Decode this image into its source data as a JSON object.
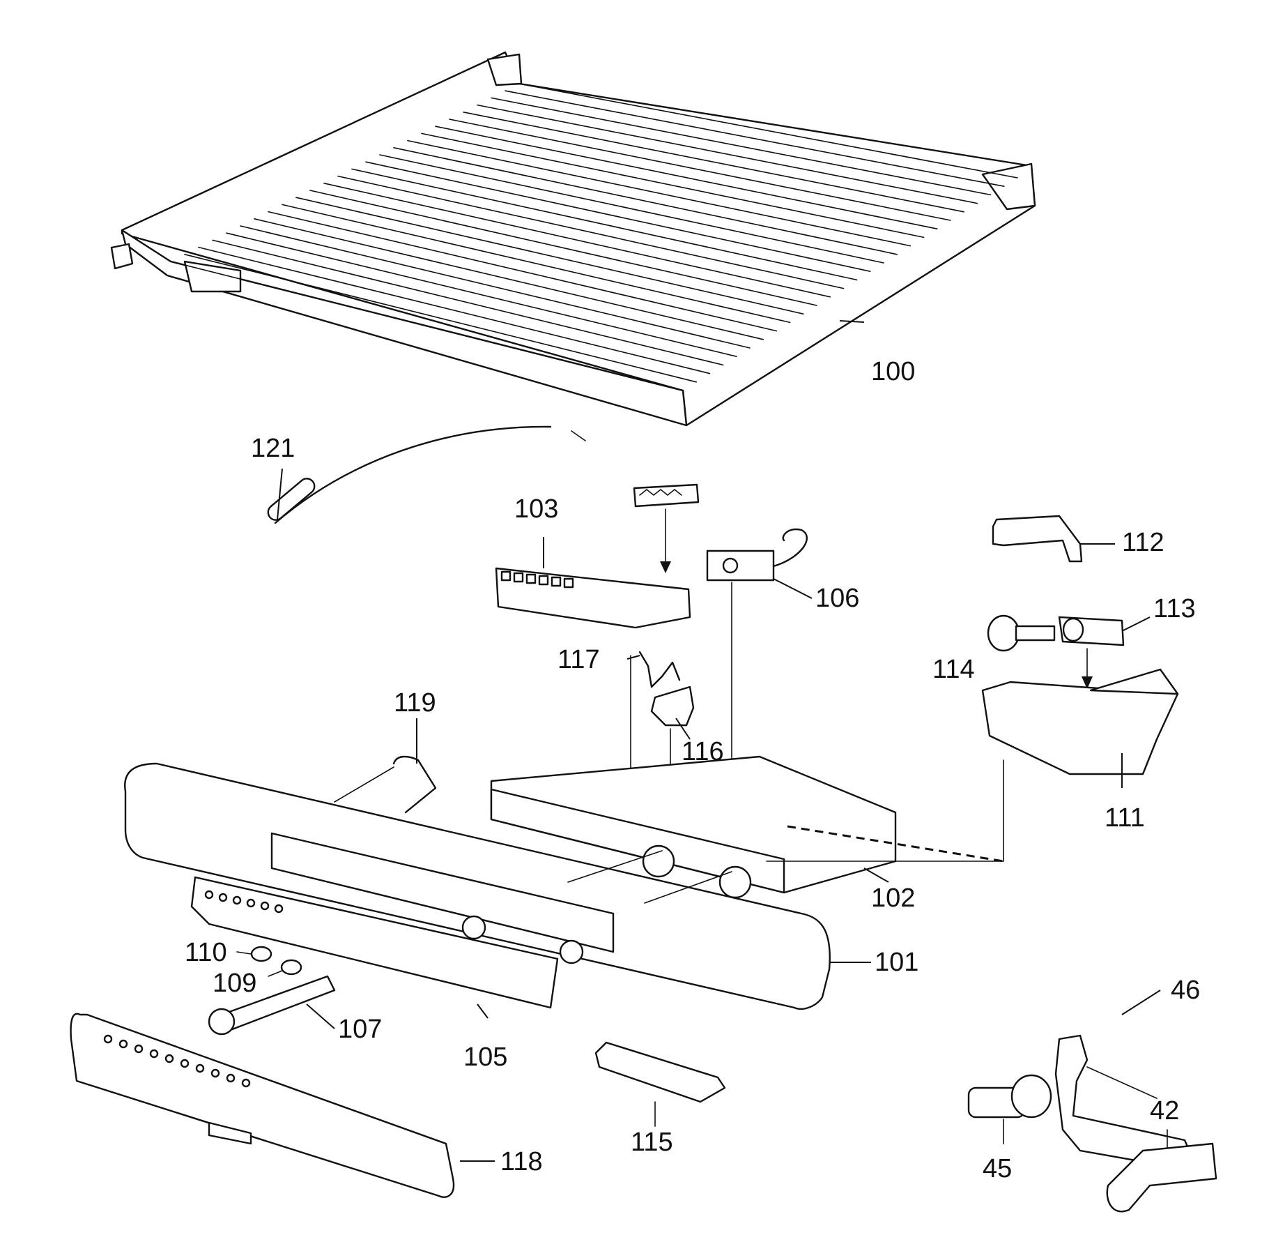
{
  "colors": {
    "ink": "#111111",
    "paper": "#ffffff"
  },
  "callouts": [
    {
      "id": "100",
      "label": "100"
    },
    {
      "id": "121",
      "label": "121"
    },
    {
      "id": "103",
      "label": "103"
    },
    {
      "id": "106",
      "label": "106"
    },
    {
      "id": "112",
      "label": "112"
    },
    {
      "id": "113",
      "label": "113"
    },
    {
      "id": "114",
      "label": "114"
    },
    {
      "id": "117",
      "label": "117"
    },
    {
      "id": "119",
      "label": "119"
    },
    {
      "id": "116",
      "label": "116"
    },
    {
      "id": "111",
      "label": "111"
    },
    {
      "id": "102",
      "label": "102"
    },
    {
      "id": "101",
      "label": "101"
    },
    {
      "id": "110",
      "label": "110"
    },
    {
      "id": "109",
      "label": "109"
    },
    {
      "id": "107",
      "label": "107"
    },
    {
      "id": "105",
      "label": "105"
    },
    {
      "id": "46",
      "label": "46"
    },
    {
      "id": "115",
      "label": "115"
    },
    {
      "id": "118",
      "label": "118"
    },
    {
      "id": "45",
      "label": "45"
    },
    {
      "id": "42",
      "label": "42"
    }
  ]
}
